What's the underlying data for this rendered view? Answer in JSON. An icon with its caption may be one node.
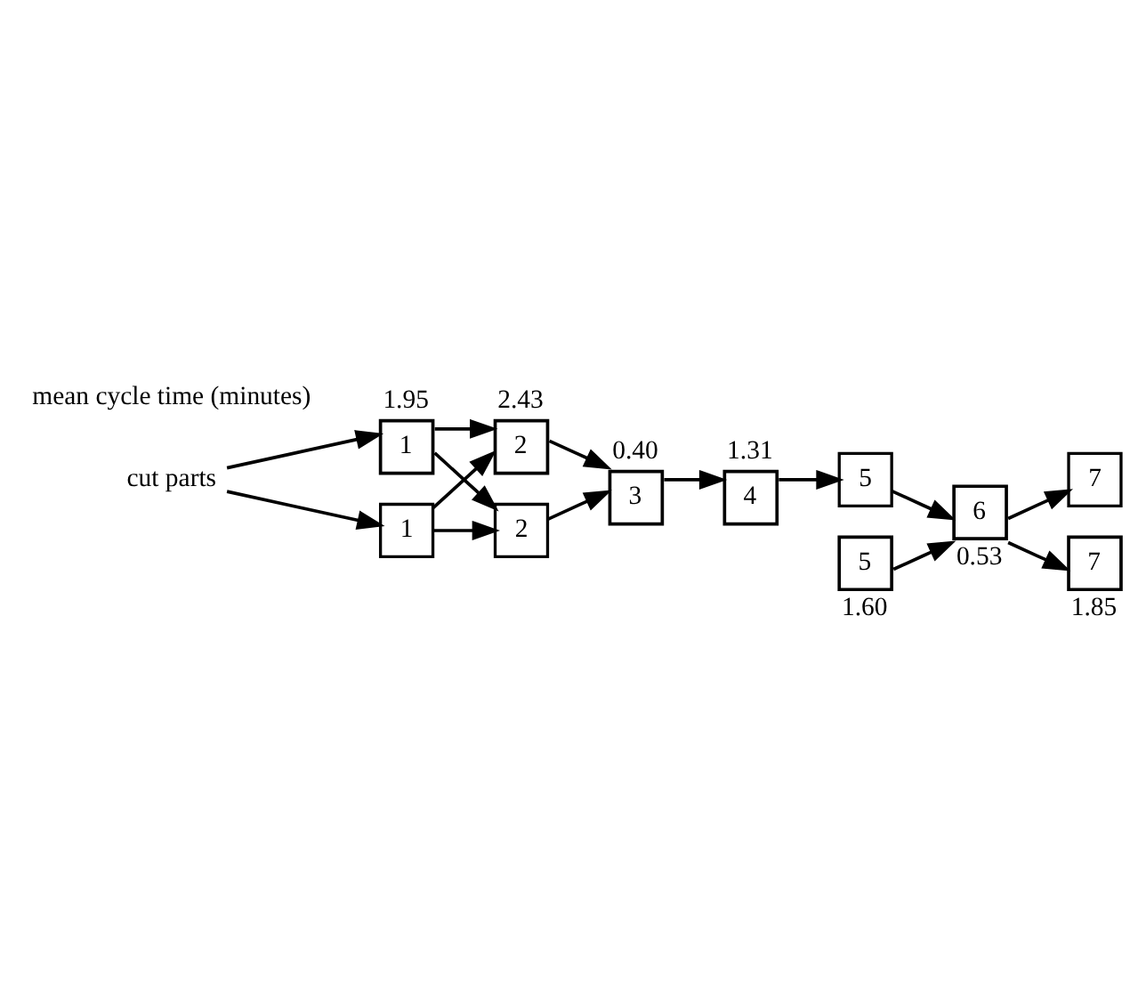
{
  "diagram": {
    "nodes": [
      {
        "text": [
          "cut parts"
        ]
      },
      {
        "text": [
          "1"
        ],
        "beside": [
          "1.95"
        ]
      },
      {
        "text": [
          "1"
        ]
      },
      {
        "text": [
          "2"
        ],
        "beside": [
          "2.43"
        ]
      },
      {
        "text": [
          "2"
        ]
      },
      {
        "text": [
          "3"
        ],
        "beside": [
          "0.40"
        ]
      },
      {
        "text": [
          "4"
        ],
        "beside": [
          "1.31"
        ]
      },
      {
        "text": [
          "5"
        ]
      },
      {
        "text": [
          "5"
        ],
        "beside": [
          "1.60"
        ]
      },
      {
        "text": [
          "6"
        ],
        "beside": [
          "0.53"
        ]
      },
      {
        "text": [
          "7"
        ]
      },
      {
        "text": [
          "7"
        ],
        "beside": [
          "1.85"
        ]
      }
    ],
    "edges": [
      {
        "from": 0,
        "to": 1,
        "arrow": "to"
      },
      {
        "from": 0,
        "to": 2,
        "arrow": "to"
      },
      {
        "from": 1,
        "to": 3,
        "arrow": "to"
      },
      {
        "from": 1,
        "to": 4,
        "arrow": "to"
      },
      {
        "from": 2,
        "to": 3,
        "arrow": "to"
      },
      {
        "from": 2,
        "to": 4,
        "arrow": "to"
      },
      {
        "from": 3,
        "to": 5,
        "arrow": "to"
      },
      {
        "from": 4,
        "to": 5,
        "arrow": "to"
      },
      {
        "from": 5,
        "to": 6,
        "arrow": "to"
      },
      {
        "from": 6,
        "to": 7,
        "arrow": "to"
      },
      {
        "from": 7,
        "to": 9,
        "arrow": "to"
      },
      {
        "from": 8,
        "to": 9,
        "arrow": "to"
      },
      {
        "from": 9,
        "to": 10,
        "arrow": "to"
      },
      {
        "from": 9,
        "to": 11,
        "arrow": "to"
      }
    ],
    "labels": [
      "mean cycle time (minutes)"
    ]
  }
}
